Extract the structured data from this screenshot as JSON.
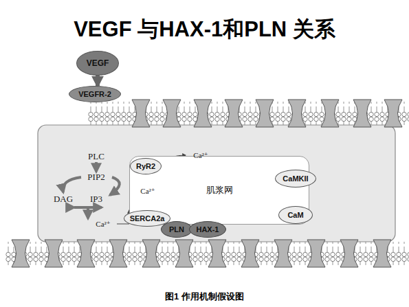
{
  "diagram": {
    "title": "VEGF 与HAX-1和PLN 关系",
    "caption": "图1 作用机制假设图",
    "nodes": [
      {
        "text": [
          "VEGF"
        ]
      },
      {
        "text": [
          "VEGFR-2"
        ]
      },
      {
        "text": [
          "肌浆网"
        ]
      },
      {
        "text": [
          "RyR2"
        ]
      },
      {
        "text": [
          "SERCA2a"
        ]
      },
      {
        "text": [
          "PLN"
        ]
      },
      {
        "text": [
          "HAX-1"
        ]
      },
      {
        "text": [
          "CaMKII"
        ]
      },
      {
        "text": [
          "CaM"
        ]
      }
    ],
    "edges": [
      {
        "from": 0,
        "to": 1,
        "arrow": "to"
      }
    ],
    "labels": [
      "PLC",
      "PIP2",
      "DAG",
      "IP3",
      "Ca²⁺",
      "Ca²⁺",
      "Ca²⁺"
    ]
  }
}
